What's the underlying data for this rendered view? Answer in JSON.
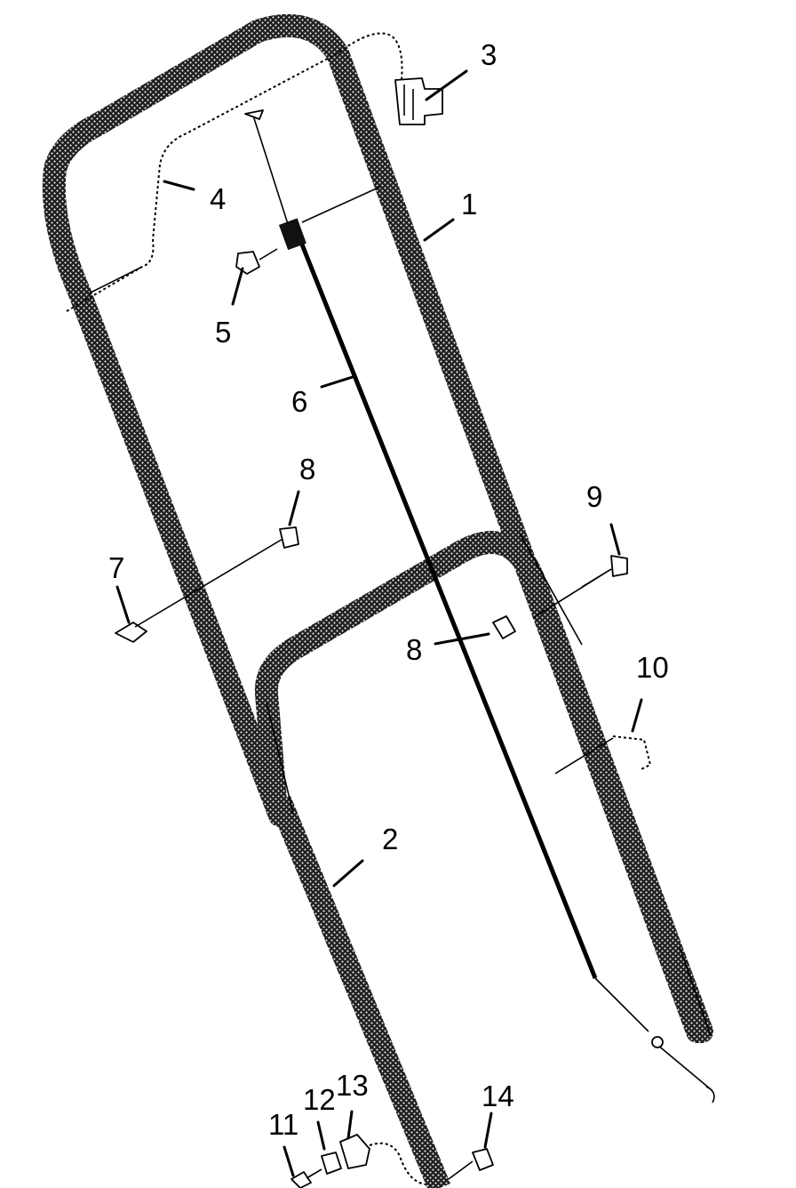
{
  "diagram": {
    "labels": {
      "p1": "1",
      "p2": "2",
      "p3": "3",
      "p4": "4",
      "p5": "5",
      "p6": "6",
      "p7": "7",
      "p8a": "8",
      "p8b": "8",
      "p9": "9",
      "p10": "10",
      "p11": "11",
      "p12": "12",
      "p13": "13",
      "p14": "14"
    },
    "colors": {
      "ink": "#000000",
      "paper": "#ffffff"
    }
  }
}
